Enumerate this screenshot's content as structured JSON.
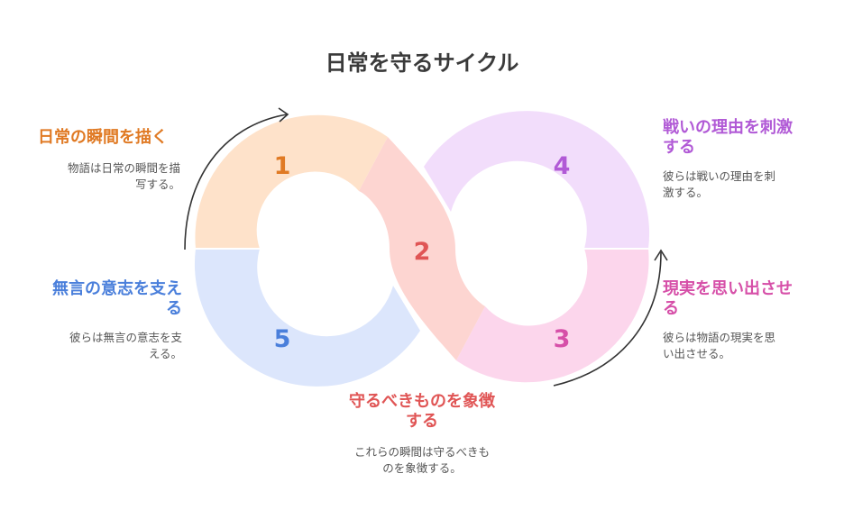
{
  "title": "日常を守るサイクル",
  "colors": {
    "step1": "#E07A24",
    "step2": "#E05555",
    "step3": "#D64FA8",
    "step4": "#B15AD6",
    "step5": "#4A7FDB",
    "fill1": "#FEE2CA",
    "fill2": "#FDD5D1",
    "fill3": "#FCD6EC",
    "fill4": "#F2DDFB",
    "fill5": "#DCE6FC"
  },
  "steps": [
    {
      "number": "1",
      "heading_line1": "日常の瞬間を描く",
      "heading_line2": "",
      "desc_line1": "物語は日常の瞬間を描",
      "desc_line2": "写する。"
    },
    {
      "number": "2",
      "heading_line1": "守るべきものを象徴",
      "heading_line2": "する",
      "desc_line1": "これらの瞬間は守るべきも",
      "desc_line2": "のを象徴する。"
    },
    {
      "number": "3",
      "heading_line1": "現実を思い出させ",
      "heading_line2": "る",
      "desc_line1": "彼らは物語の現実を思",
      "desc_line2": "い出させる。"
    },
    {
      "number": "4",
      "heading_line1": "戦いの理由を刺激",
      "heading_line2": "する",
      "desc_line1": "彼らは戦いの理由を刺",
      "desc_line2": "激する。"
    },
    {
      "number": "5",
      "heading_line1": "無言の意志を支え",
      "heading_line2": "る",
      "desc_line1": "彼らは無言の意志を支",
      "desc_line2": "える。"
    }
  ]
}
